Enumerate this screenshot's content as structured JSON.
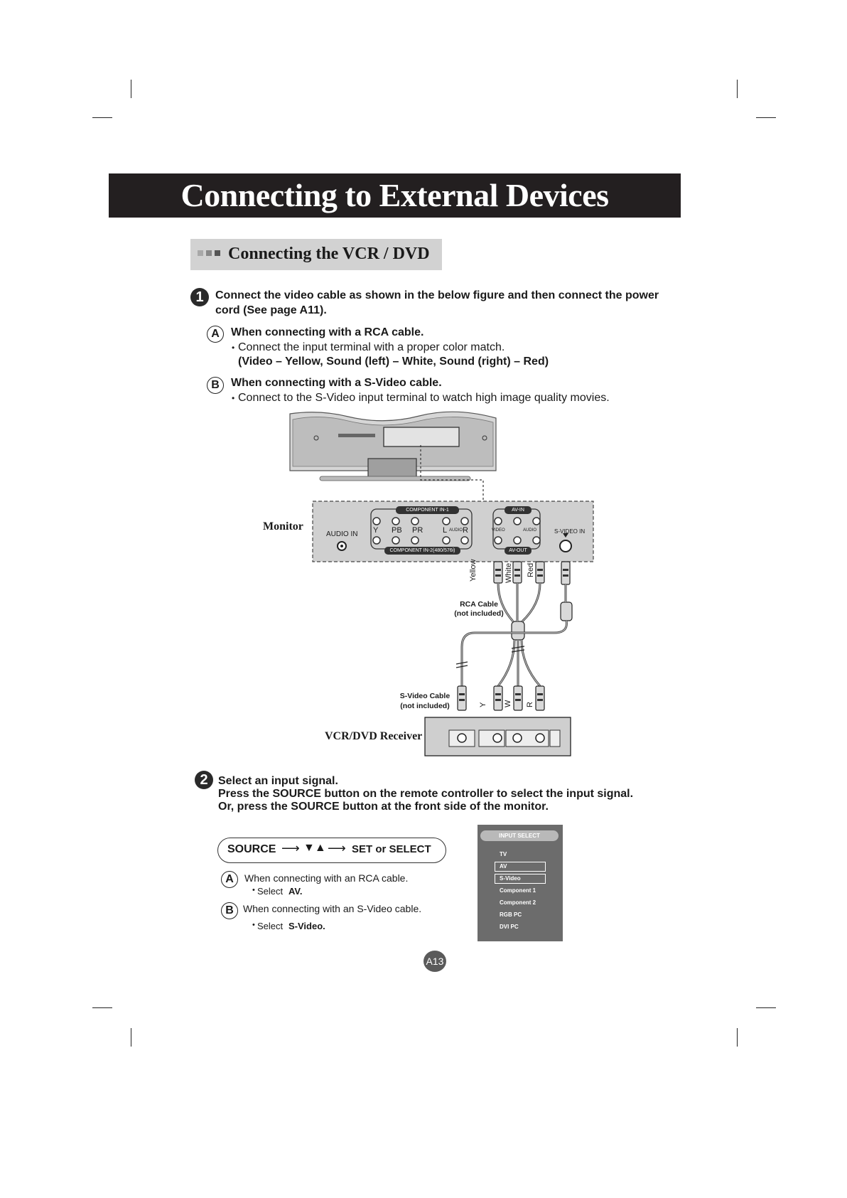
{
  "page": {
    "title": "Connecting to External Devices",
    "section_title": "Connecting the VCR / DVD",
    "page_number": "A13"
  },
  "step1": {
    "number": "1",
    "line1": "Connect the video cable as shown in the below figure and then connect the power",
    "line2": "cord (See page A11).",
    "a": {
      "letter": "A",
      "heading": "When connecting with a RCA cable.",
      "bullet": "Connect the input terminal with a proper color match.",
      "detail": "(Video – Yellow, Sound (left) – White, Sound (right) – Red)"
    },
    "b": {
      "letter": "B",
      "heading": "When connecting with a S-Video cable.",
      "bullet": "Connect to the S-Video input terminal to watch high image quality movies."
    }
  },
  "diagram": {
    "monitor_label": "Monitor",
    "audio_in": "AUDIO IN",
    "component_in_1": "COMPONENT IN-1",
    "component_in_2": "COMPONENT IN-2(480/576i)",
    "comp_y": "Y",
    "comp_pb": "PB",
    "comp_pr": "PR",
    "comp_l": "L",
    "comp_audio": "AUDIO",
    "comp_r": "R",
    "av_in": "AV-IN",
    "av_out": "AV-OUT",
    "av_video": "VIDEO",
    "av_audio": "AUDIO",
    "svideo_in": "S-VIDEO IN",
    "cable_yellow": "Yellow",
    "cable_white": "White",
    "cable_red": "Red",
    "rca_cable": "RCA Cable",
    "rca_not_included": "(not included)",
    "svideo_cable": "S-Video Cable",
    "svideo_not_included": "(not included)",
    "plug_y": "Y",
    "plug_w": "W",
    "plug_r": "R",
    "receiver_label": "VCR/DVD Receiver"
  },
  "step2": {
    "number": "2",
    "line1": "Select an input signal.",
    "line2": "Press the SOURCE button on the remote controller to select the input signal.",
    "line3": "Or, press the SOURCE button at the front side of the monitor.",
    "source_label": "SOURCE",
    "nav_symbols": "▼▲",
    "set_label": "SET or SELECT",
    "a": {
      "letter": "A",
      "text": "When connecting with an RCA cable.",
      "select_prefix": "Select",
      "select_value": "AV."
    },
    "b": {
      "letter": "B",
      "text": "When connecting with an S-Video cable.",
      "select_prefix": "Select",
      "select_value": "S-Video."
    }
  },
  "input_menu": {
    "header": "INPUT SELECT",
    "items": [
      "TV",
      "AV",
      "S-Video",
      "Component 1",
      "Component 2",
      "RGB PC",
      "DVI PC"
    ]
  }
}
